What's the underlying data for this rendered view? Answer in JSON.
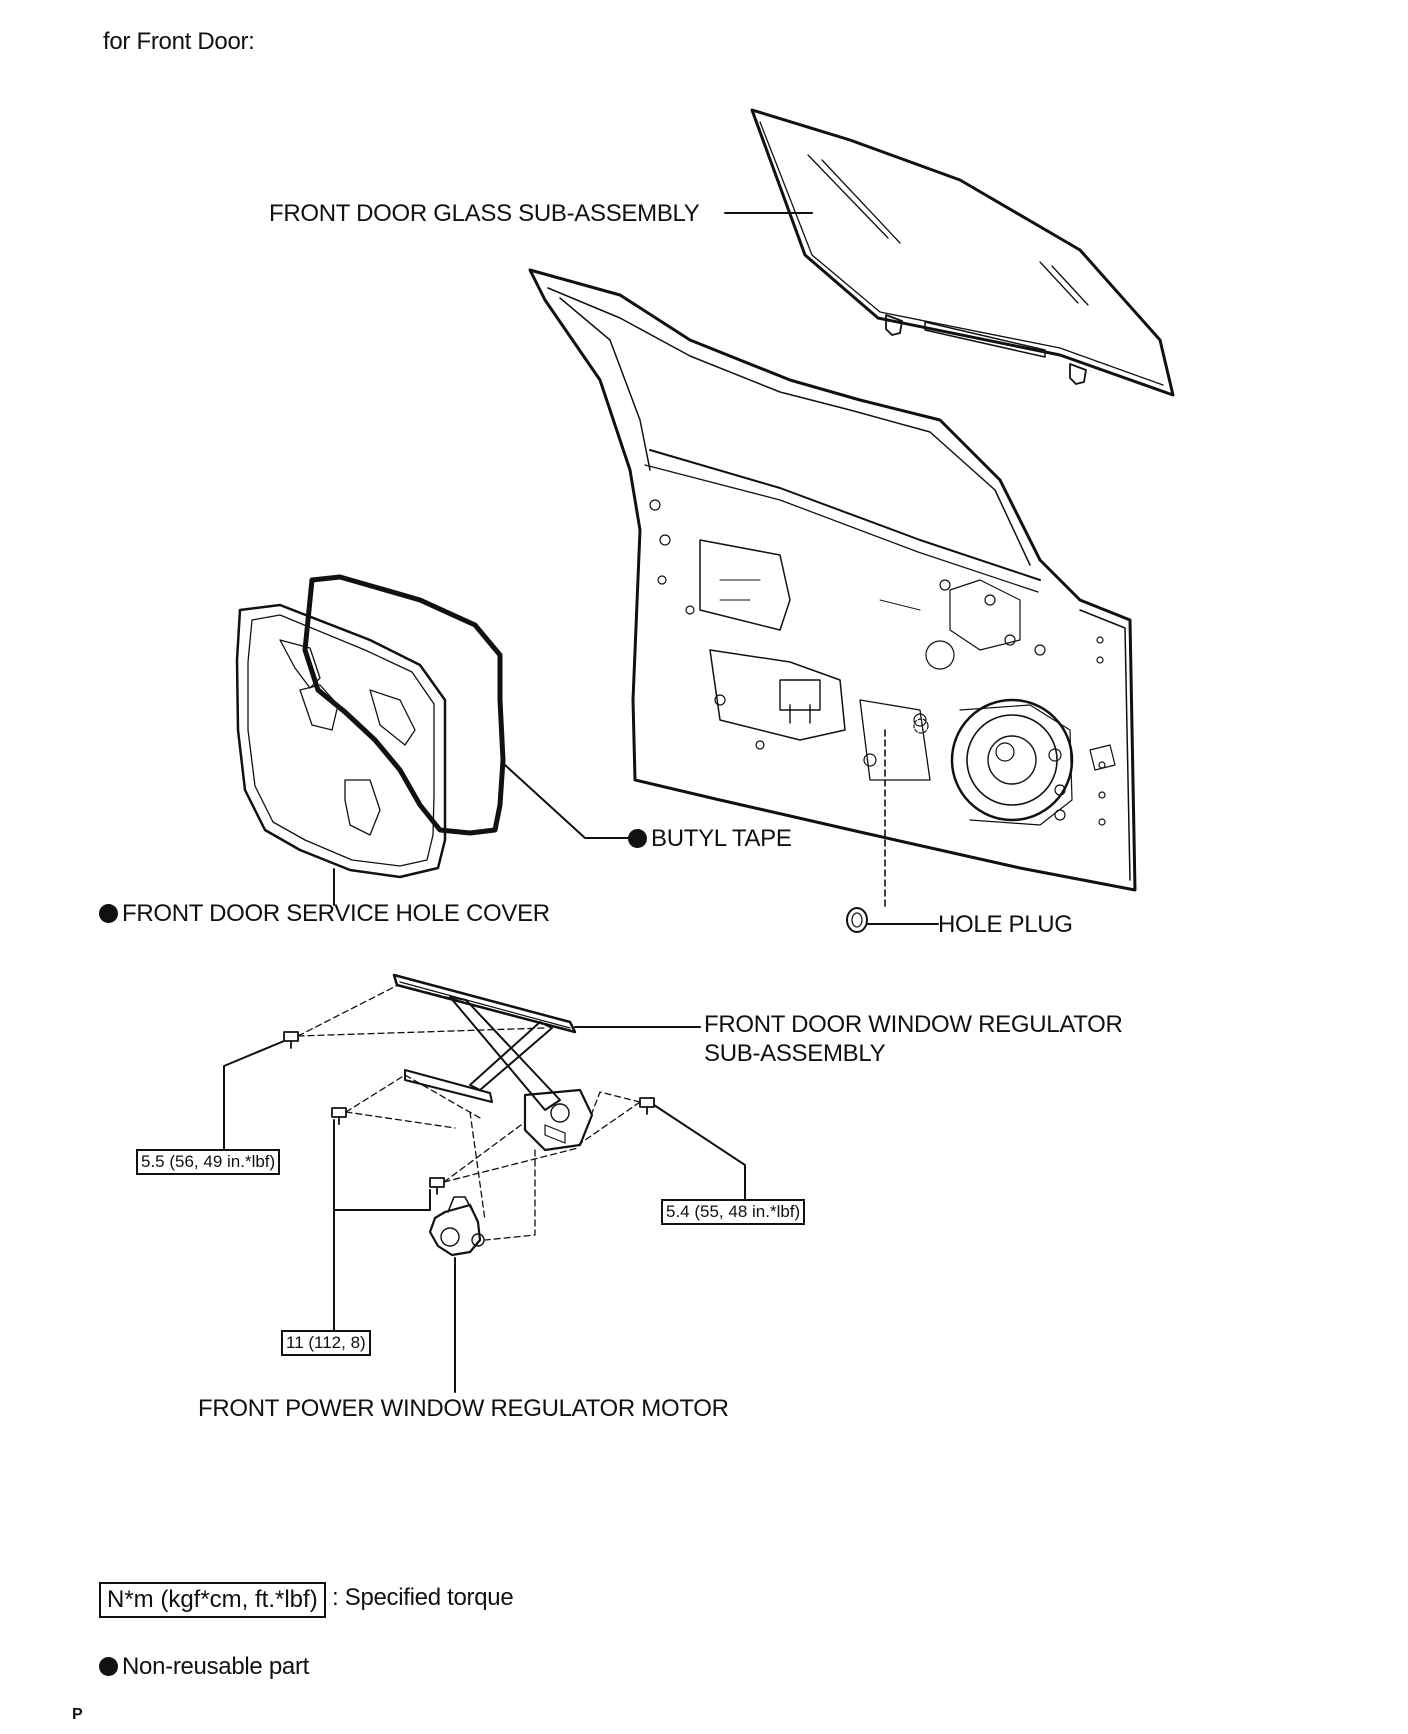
{
  "header": {
    "title": "for Front Door:"
  },
  "labels": {
    "glass": "FRONT DOOR GLASS SUB-ASSEMBLY",
    "butyl_tape": "BUTYL TAPE",
    "service_hole_cover": "FRONT DOOR SERVICE HOLE COVER",
    "hole_plug": "HOLE PLUG",
    "regulator_line1": "FRONT DOOR WINDOW REGULATOR",
    "regulator_line2": "SUB-ASSEMBLY",
    "motor": "FRONT POWER WINDOW REGULATOR MOTOR"
  },
  "torques": {
    "left_bolt": "5.5 (56, 49 in.*lbf)",
    "right_bolt": "5.4 (55, 48 in.*lbf)",
    "lower_bolts": "11 (112, 8)"
  },
  "legend": {
    "torque_unit": "N*m (kgf*cm, ft.*lbf)",
    "torque_desc": ": Specified torque",
    "non_reusable": "Non-reusable part"
  },
  "footer": {
    "corner_mark": "P"
  }
}
